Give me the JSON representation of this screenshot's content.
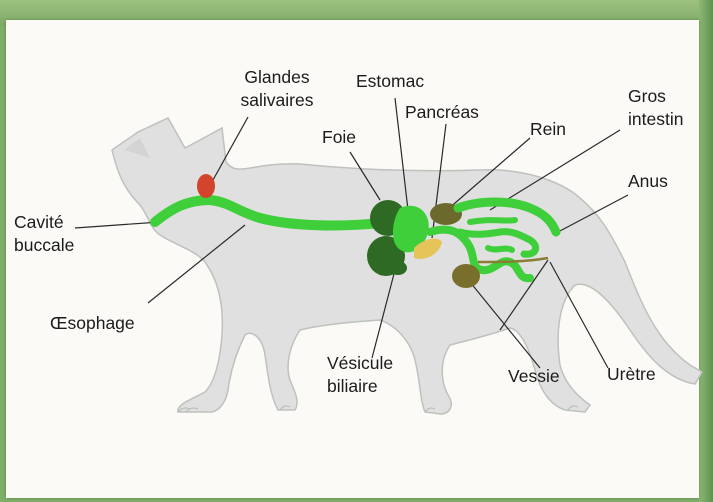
{
  "labels": {
    "glandes_salivaires": [
      "Glandes",
      "salivaires"
    ],
    "estomac": "Estomac",
    "pancreas": "Pancréas",
    "foie": "Foie",
    "rein": "Rein",
    "gros_intestin": [
      "Gros",
      "intestin"
    ],
    "anus": "Anus",
    "cavite_buccale": [
      "Cavité",
      "buccale"
    ],
    "oesophage": "Œsophage",
    "vesicule_biliaire": [
      "Vésicule",
      "biliaire"
    ],
    "vessie": "Vessie",
    "uretre": "Urètre"
  },
  "colors": {
    "body": "#dfe0df",
    "body_outline": "#bfc1bf",
    "digestive": "#3ecf3a",
    "liver": "#2f6a25",
    "kidney": "#6b6a2c",
    "gland": "#d2442c",
    "pancreas": "#e6c45a",
    "bladder": "#7a6e2c"
  }
}
